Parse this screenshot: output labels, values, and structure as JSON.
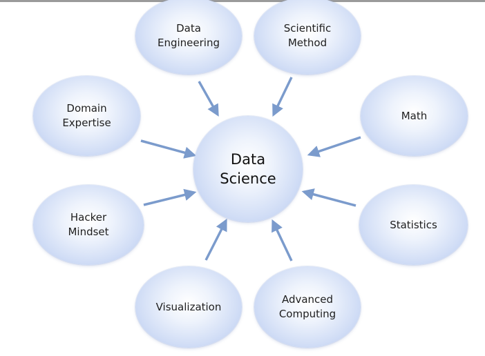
{
  "center": {
    "label": "Data\nScience"
  },
  "nodes": {
    "data_engineering": {
      "label": "Data\nEngineering"
    },
    "scientific_method": {
      "label": "Scientific\nMethod"
    },
    "domain_expertise": {
      "label": "Domain\nExpertise"
    },
    "math": {
      "label": "Math"
    },
    "hacker_mindset": {
      "label": "Hacker\nMindset"
    },
    "statistics": {
      "label": "Statistics"
    },
    "visualization": {
      "label": "Visualization"
    },
    "advanced_computing": {
      "label": "Advanced\nComputing"
    }
  },
  "colors": {
    "arrow": "#7b9bcc",
    "node_edge": "#b3c6ee"
  }
}
